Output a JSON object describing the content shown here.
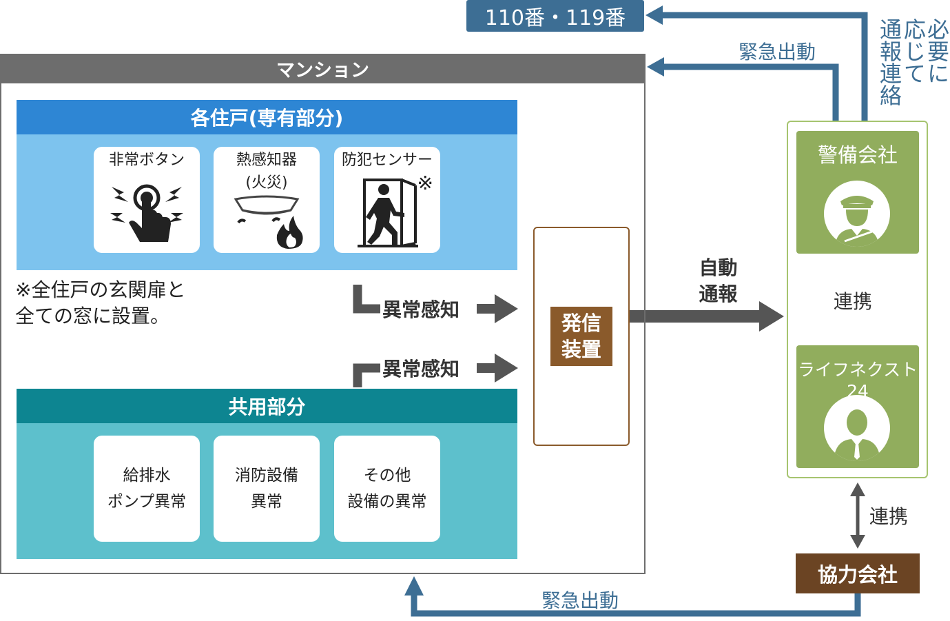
{
  "police": {
    "label": "110番・119番"
  },
  "mansion": {
    "title": "マンション"
  },
  "private_section": {
    "title": "各住戸(専有部分)",
    "items": [
      {
        "label": "非常ボタン",
        "icon": "emergency-button-icon"
      },
      {
        "label": "熱感知器",
        "sub": "(火災)",
        "icon": "heat-detector-icon"
      },
      {
        "label": "防犯センサー",
        "mark": "※",
        "icon": "security-sensor-icon"
      }
    ],
    "note": [
      "※全住戸の玄関扉と",
      "全ての窓に設置。"
    ]
  },
  "common_section": {
    "title": "共用部分",
    "items": [
      {
        "line1": "給排水",
        "line2": "ポンプ異常"
      },
      {
        "line1": "消防設備",
        "line2": "異常"
      },
      {
        "line1": "その他",
        "line2": "設備の異常"
      }
    ]
  },
  "anomaly_labels": {
    "top": "異常感知",
    "bottom": "異常感知"
  },
  "transmitter": {
    "line1": "発信",
    "line2": "装置"
  },
  "auto_report": {
    "line1": "自動",
    "line2": "通報"
  },
  "security_company": {
    "title": "警備会社",
    "icon": "security-guard-icon"
  },
  "lifenext": {
    "title": "ライフネクスト24",
    "icon": "operator-person-icon"
  },
  "cooperation_inner": "連携",
  "cooperation_outer": "連携",
  "partner": {
    "label": "協力会社"
  },
  "dispatch_top": "緊急出動",
  "dispatch_bottom": "緊急出動",
  "report_vertical": {
    "col1": "必要に",
    "col2": "応じて",
    "col3": "通報連絡"
  },
  "colors": {
    "blue_arrow": "#3d6e94",
    "gray_arrow": "#555555",
    "private_header": "#2e86d4",
    "private_body": "#7dc3ee",
    "common_header": "#0d8591",
    "common_body": "#5dc0cc",
    "transmitter": "#8a5a2b",
    "green_box": "#91ad5d",
    "partner": "#6b4423"
  }
}
